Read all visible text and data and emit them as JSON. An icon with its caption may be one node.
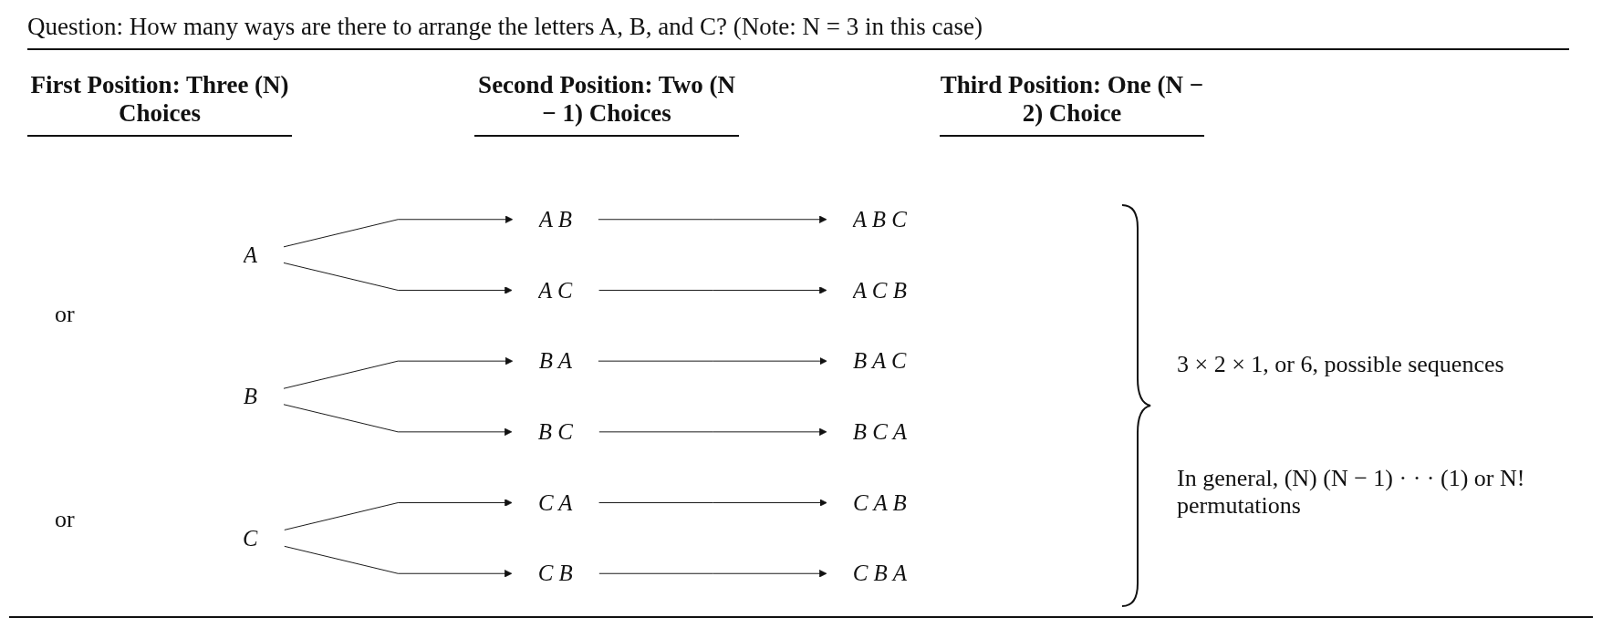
{
  "diagram": {
    "title": "Question: How many ways are there to arrange the letters A, B, and C? (Note: N = 3 in this case)",
    "nodes": [
      {
        "text": [
          "A"
        ]
      },
      {
        "text": [
          "B"
        ]
      },
      {
        "text": [
          "C"
        ]
      },
      {
        "text": [
          "A B"
        ]
      },
      {
        "text": [
          "A C"
        ]
      },
      {
        "text": [
          "B A"
        ]
      },
      {
        "text": [
          "B C"
        ]
      },
      {
        "text": [
          "C A"
        ]
      },
      {
        "text": [
          "C B"
        ]
      },
      {
        "text": [
          "A B C"
        ]
      },
      {
        "text": [
          "A C B"
        ]
      },
      {
        "text": [
          "B A C"
        ]
      },
      {
        "text": [
          "B C A"
        ]
      },
      {
        "text": [
          "C A B"
        ]
      },
      {
        "text": [
          "C B A"
        ]
      }
    ],
    "edges": [
      {
        "from": 0,
        "to": 3,
        "arrow": "to"
      },
      {
        "from": 0,
        "to": 4,
        "arrow": "to"
      },
      {
        "from": 1,
        "to": 5,
        "arrow": "to"
      },
      {
        "from": 1,
        "to": 6,
        "arrow": "to"
      },
      {
        "from": 2,
        "to": 7,
        "arrow": "to"
      },
      {
        "from": 2,
        "to": 8,
        "arrow": "to"
      },
      {
        "from": 3,
        "to": 9,
        "arrow": "to"
      },
      {
        "from": 4,
        "to": 10,
        "arrow": "to"
      },
      {
        "from": 5,
        "to": 11,
        "arrow": "to"
      },
      {
        "from": 6,
        "to": 12,
        "arrow": "to"
      },
      {
        "from": 7,
        "to": 13,
        "arrow": "to"
      },
      {
        "from": 8,
        "to": 14,
        "arrow": "to"
      }
    ],
    "labels": [
      "First Position: Three (N) Choices",
      "Second Position: Two (N − 1) Choices",
      "Third Position: One (N − 2) Choice",
      "or",
      "or",
      "3 × 2 × 1, or 6, possible sequences",
      "In general, (N) (N − 1) · · · (1) or N! permutations"
    ]
  }
}
